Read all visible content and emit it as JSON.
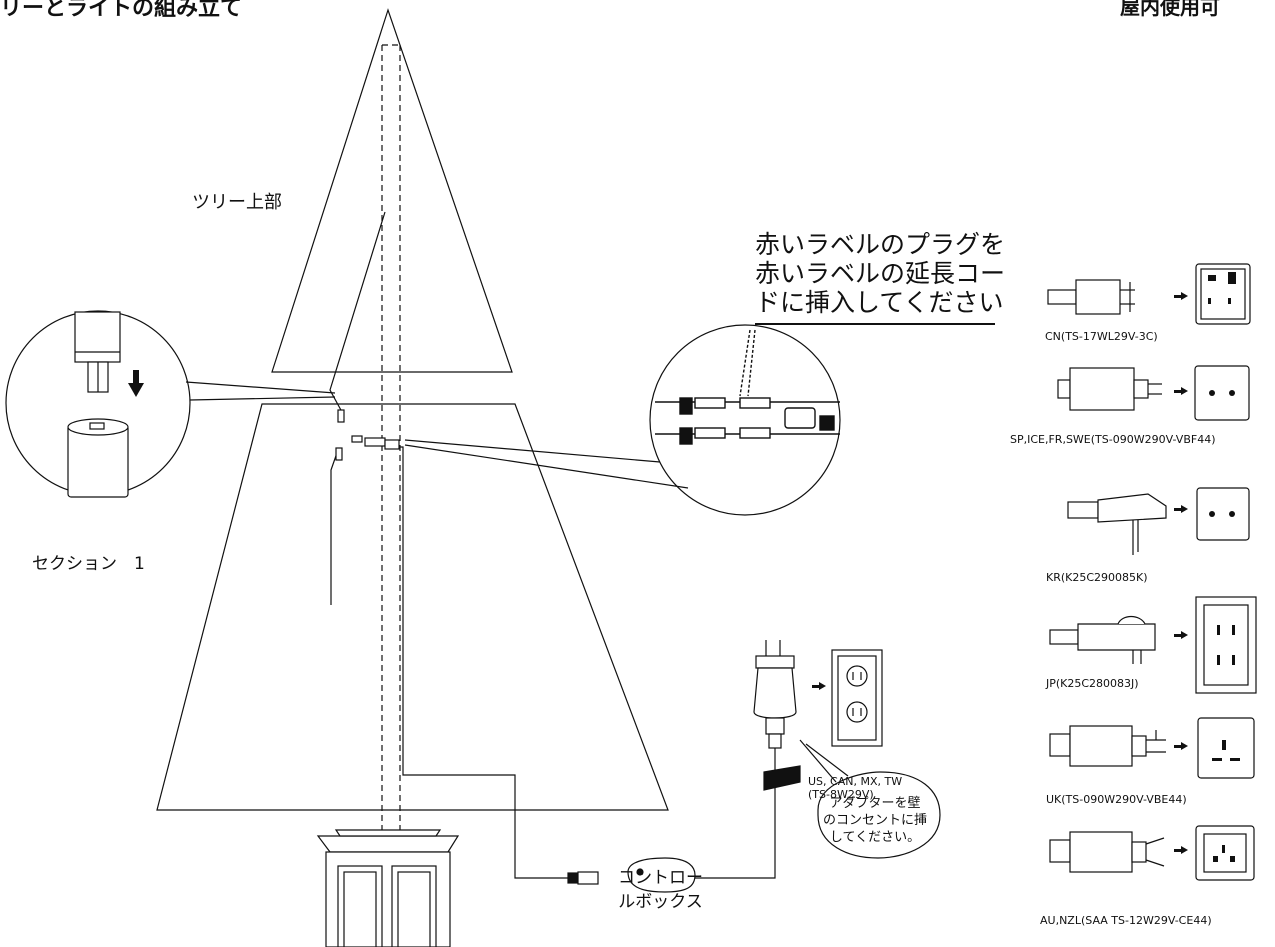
{
  "header": {
    "title": "リーとライトの組み立て",
    "indoor": "屋内使用可"
  },
  "labels": {
    "tree_top": "ツリー上部",
    "section": "セクション　1",
    "callout": "赤いラベルのプラグを\n赤いラベルの延長コー\nドに挿入してください",
    "control_box": "コントロー\nルボックス",
    "bubble": "アダプターを壁\nのコンセントに挿\nしてください。"
  },
  "adapters": [
    {
      "label": "CN(TS-17WL29V-3C)"
    },
    {
      "label": "SP,ICE,FR,SWE(TS-090W290V-VBF44)"
    },
    {
      "label": "KR(K25C290085K)"
    },
    {
      "label": "JP(K25C280083J)"
    },
    {
      "label": "UK(TS-090W290V-VBE44)"
    },
    {
      "label": "AU,NZL(SAA TS-12W29V-CE44)"
    }
  ],
  "us_adapter": {
    "label": "US, CAN, MX, TW\n(TS-8W29V)"
  }
}
